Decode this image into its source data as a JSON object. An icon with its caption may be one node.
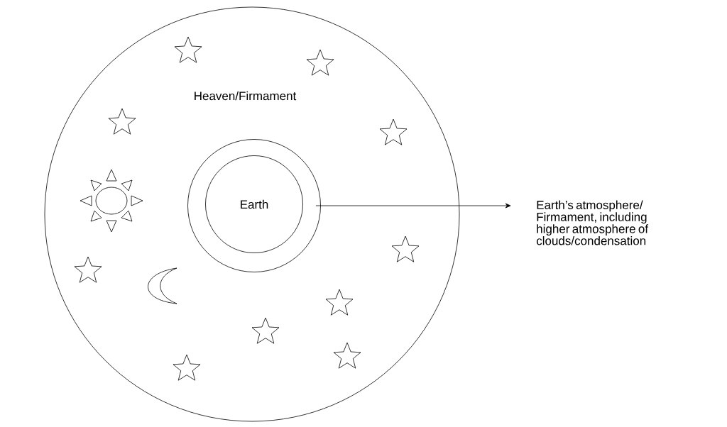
{
  "diagram": {
    "nodes": [
      {
        "text": [
          "Heaven/Firmament"
        ]
      },
      {
        "text": [],
        "shape": "circle",
        "in": 0
      },
      {
        "text": [
          "Earth"
        ],
        "in": 1
      },
      {
        "text": [
          "Earth’s atmosphere/ Firmament, including higher atmosphere of clouds/condensation"
        ]
      }
    ],
    "edges": [
      {
        "from": 1,
        "to": 3,
        "arrow": "to"
      }
    ]
  }
}
